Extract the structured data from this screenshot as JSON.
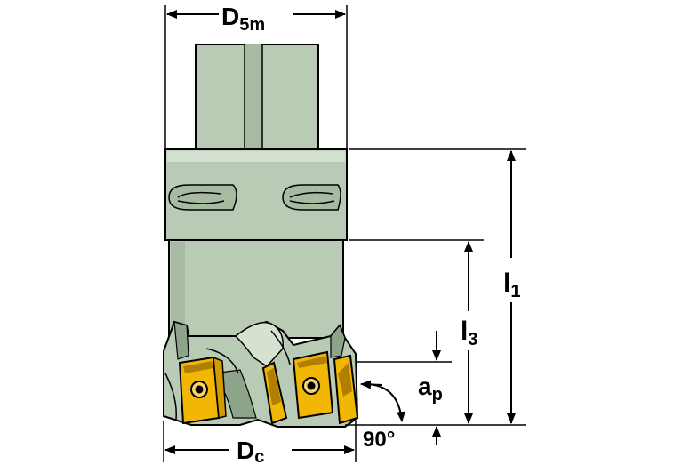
{
  "labels": {
    "d5m_main": "D",
    "d5m_sub": "5m",
    "l1_main": "l",
    "l1_sub": "1",
    "l3_main": "l",
    "l3_sub": "3",
    "ap_main": "a",
    "ap_sub": "p",
    "dc_main": "D",
    "dc_sub": "c",
    "angle": "90°"
  },
  "colors": {
    "body": "#b9cbb4",
    "body_light": "#d6e2d1",
    "body_dark": "#8ea48a",
    "insert": "#f2b705",
    "insert_dark": "#b07f00",
    "line": "#000000"
  }
}
